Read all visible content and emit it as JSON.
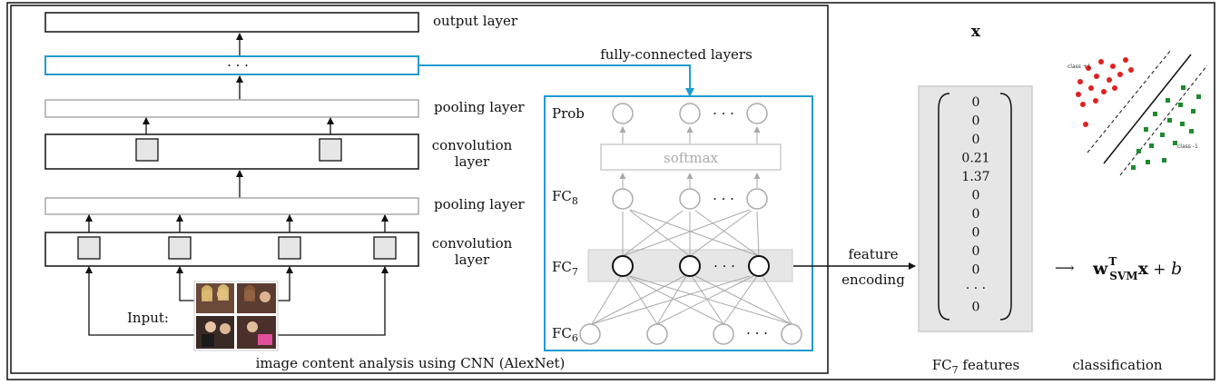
{
  "cnn": {
    "output_layer": "output layer",
    "dots": "· · ·",
    "fully_connected_layers": "fully-connected layers",
    "pooling_layer_top": "pooling layer",
    "convolution_top_1": "convolution",
    "convolution_top_2": "layer",
    "pooling_layer_bottom": "pooling layer",
    "convolution_bottom_1": "convolution",
    "convolution_bottom_2": "layer",
    "input": "Input:",
    "caption": "image content analysis using CNN (AlexNet)"
  },
  "fc": {
    "prob": "Prob",
    "softmax": "softmax",
    "fc8": "FC",
    "fc8_sub": "8",
    "fc7": "FC",
    "fc7_sub": "7",
    "fc6": "FC",
    "fc6_sub": "6",
    "ellipsis": "· · ·"
  },
  "encoding": {
    "line1": "feature",
    "line2": "encoding"
  },
  "features": {
    "x_label": "x",
    "values": [
      "0",
      "0",
      "0",
      "0.21",
      "1.37",
      "0",
      "0",
      "0",
      "0",
      "0",
      "· · ·",
      "0"
    ],
    "caption_main": "FC",
    "caption_sub": "7",
    "caption_rest": " features"
  },
  "classification": {
    "class_pos": "class +1",
    "class_neg": "class -1",
    "caption": "classification",
    "formula_w": "w",
    "formula_sup": "T",
    "formula_sub": "SVM",
    "formula_x": "x",
    "formula_rest": " + ",
    "formula_b": "b",
    "arrow": "⟶"
  },
  "colors": {
    "highlight": "#1f9bd1",
    "gray": "#aaaaaa",
    "red": "#e02020",
    "green": "#1e8a2e"
  }
}
